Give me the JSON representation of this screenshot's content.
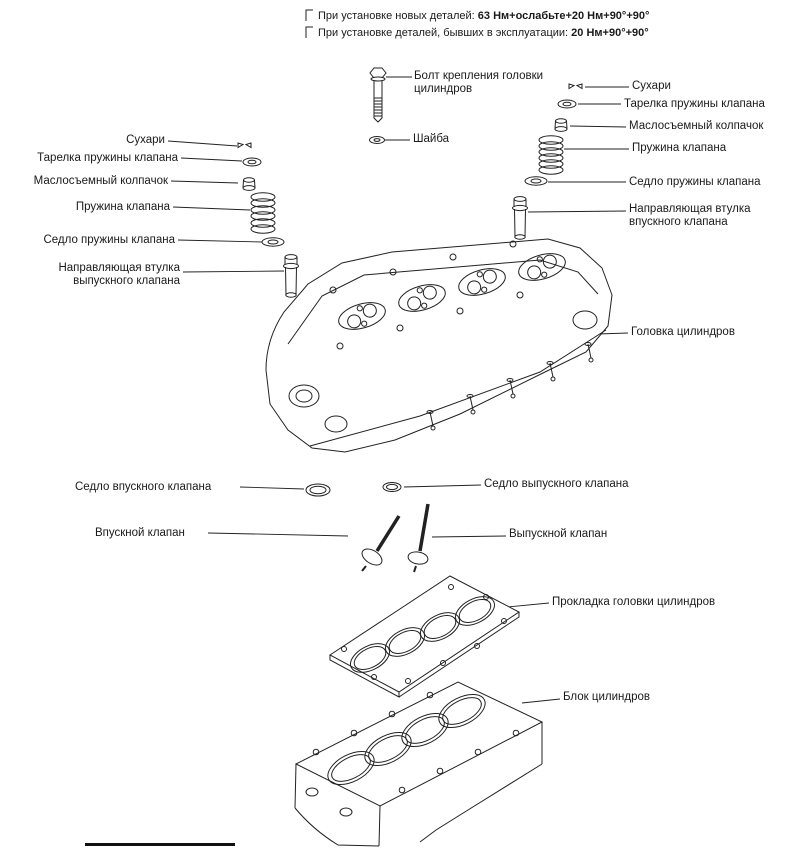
{
  "notes": {
    "new_parts_prefix": "При установке новых деталей: ",
    "new_parts_value": "63 Нм+ослабьте+20 Нм+90°+90°",
    "used_parts_prefix": "При установке деталей, бывших в эксплуатации: ",
    "used_parts_value": "20 Нм+90°+90°"
  },
  "labels": {
    "bolt": "Болт крепления головки цилиндров",
    "washer": "Шайба",
    "keepers_left": "Сухари",
    "retainer_left": "Тарелка пружины клапана",
    "seal_left": "Маслосъемный колпачок",
    "spring_left": "Пружина клапана",
    "spring_seat_left": "Седло пружины клапана",
    "guide_left": "Направляющая втулка выпускного клапана",
    "intake_seat": "Седло впускного клапана",
    "intake_valve": "Впускной клапан",
    "keepers_right": "Сухари",
    "retainer_right": "Тарелка пружины клапана",
    "seal_right": "Маслосъемный колпачок",
    "spring_right": "Пружина клапана",
    "spring_seat_right": "Седло пружины клапана",
    "guide_right": "Направляющая втулка впускного клапана",
    "head": "Головка цилиндров",
    "exhaust_seat": "Седло выпускного клапана",
    "exhaust_valve": "Выпускной клапан",
    "gasket": "Прокладка головки цилиндров",
    "block": "Блок цилиндров"
  },
  "colors": {
    "line": "#1a1a1a",
    "background": "#ffffff"
  }
}
